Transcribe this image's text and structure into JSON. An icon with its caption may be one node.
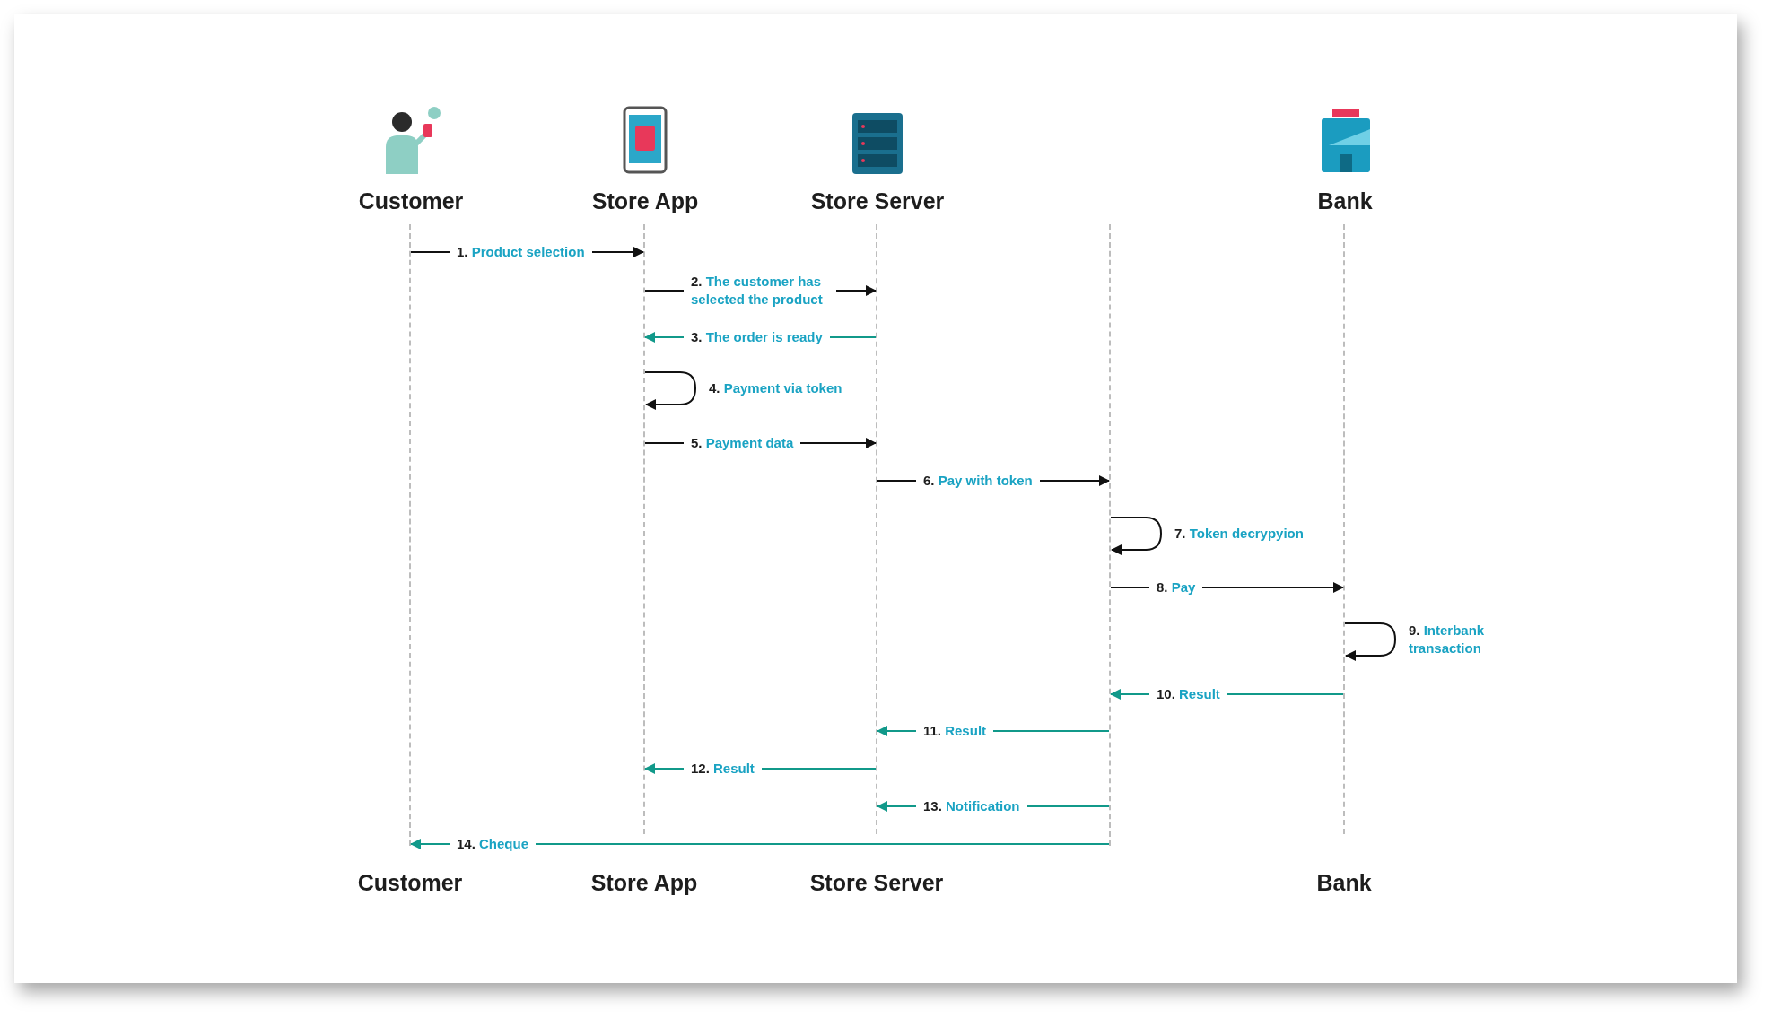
{
  "diagram": {
    "nodes": [
      {
        "text": [
          "Customer"
        ]
      },
      {
        "text": [
          "Store App"
        ]
      },
      {
        "text": [
          "Store Server"
        ]
      },
      {
        "text": [],
        "shape": "line"
      },
      {
        "text": [
          "Bank"
        ]
      }
    ],
    "labels": [
      "Customer",
      "Store App",
      "Store Server",
      "Bank"
    ],
    "edges": [
      {
        "from": 0,
        "to": 1,
        "arrow": "to",
        "label": "**1.** Product selection"
      },
      {
        "from": 1,
        "to": 2,
        "arrow": "to",
        "label": "**2.** The customer has selected the product"
      },
      {
        "from": 2,
        "to": 1,
        "arrow": "to",
        "label": "**3.** The order is ready",
        "color": "#11998a"
      },
      {
        "from": 1,
        "to": 1,
        "arrow": "to",
        "label": "**4.** Payment via token"
      },
      {
        "from": 1,
        "to": 2,
        "arrow": "to",
        "label": "**5.** Payment data"
      },
      {
        "from": 2,
        "to": 3,
        "arrow": "to",
        "label": "**6.** Pay with token"
      },
      {
        "from": 3,
        "to": 3,
        "arrow": "to",
        "label": "**7.** Token decrypyion"
      },
      {
        "from": 3,
        "to": 4,
        "arrow": "to",
        "label": "**8.** Pay"
      },
      {
        "from": 4,
        "to": 4,
        "arrow": "to",
        "label": "**9.** Interbank transaction"
      },
      {
        "from": 4,
        "to": 3,
        "arrow": "to",
        "label": "**10.** Result",
        "color": "#11998a"
      },
      {
        "from": 3,
        "to": 2,
        "arrow": "to",
        "label": "**11.** Result",
        "color": "#11998a"
      },
      {
        "from": 2,
        "to": 1,
        "arrow": "to",
        "label": "**12.** Result",
        "color": "#11998a"
      },
      {
        "from": 3,
        "to": 2,
        "arrow": "to",
        "label": "**13.** Notification",
        "color": "#11998a"
      },
      {
        "from": 3,
        "to": 0,
        "arrow": "to",
        "label": "**14.** Cheque",
        "color": "#11998a"
      }
    ]
  }
}
